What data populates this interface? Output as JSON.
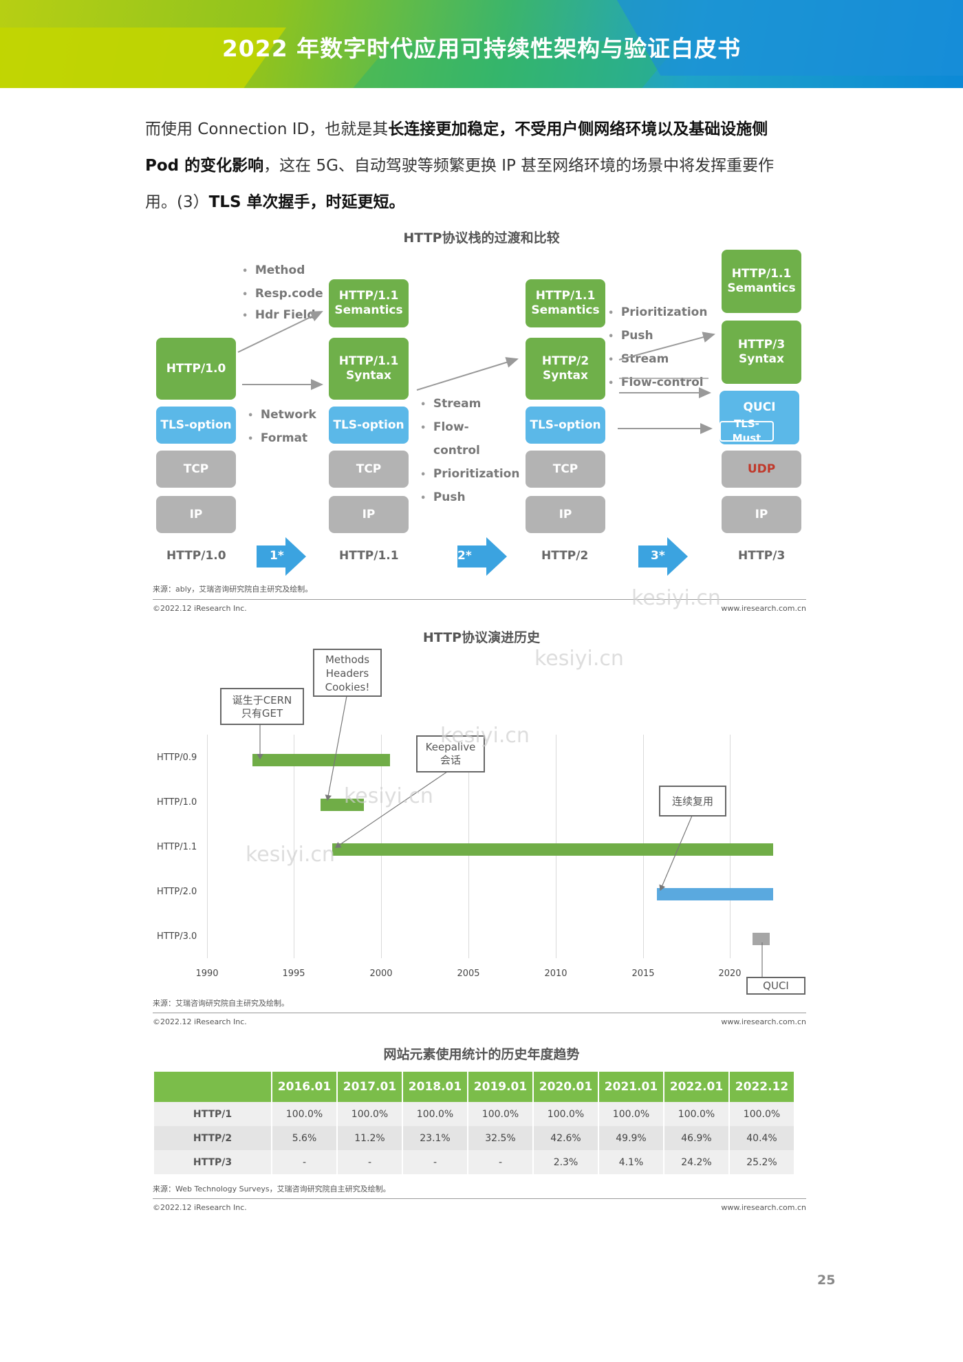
{
  "header": {
    "title": "2022 年数字时代应用可持续性架构与验证白皮书"
  },
  "paragraph": {
    "line1_normal": "而使用 Connection ID，也就是其",
    "line1_bold": "长连接更加稳定，不受用户侧网络环境以及基础设施侧",
    "line2_bold": "Pod 的变化影响",
    "line2_normal": "，这在 5G、自动驾驶等频繁更换 IP 甚至网络环境的场景中将发挥重要作",
    "line3_normal": "用。(3）",
    "line3_bold": "TLS 单次握手，时延更短。"
  },
  "figure1": {
    "title": "HTTP协议栈的过渡和比较",
    "col1": {
      "top": "HTTP/1.0",
      "tls": "TLS-option",
      "tcp": "TCP",
      "ip": "IP",
      "label": "HTTP/1.0"
    },
    "col2": {
      "sem": "HTTP/1.1 Semantics",
      "syn": "HTTP/1.1 Syntax",
      "tls": "TLS-option",
      "tcp": "TCP",
      "ip": "IP",
      "label": "HTTP/1.1"
    },
    "col3": {
      "sem": "HTTP/1.1 Semantics",
      "syn": "HTTP/2 Syntax",
      "tls": "TLS-option",
      "tcp": "TCP",
      "ip": "IP",
      "label": "HTTP/2"
    },
    "col4": {
      "sem": "HTTP/1.1 Semantics",
      "syn": "HTTP/3 Syntax",
      "quic": "QUCI",
      "tlsmust": "TLS-Must",
      "udp": "UDP",
      "ip": "IP",
      "label": "HTTP/3"
    },
    "bullets_a": [
      "Method",
      "Resp.code",
      "Hdr Field"
    ],
    "bullets_b": [
      "Network",
      "Format"
    ],
    "bullets_c": [
      "Stream",
      "Flow-",
      "control",
      "Prioritization",
      "Push"
    ],
    "bullets_d": [
      "Prioritization",
      "Push",
      "Stream",
      "Flow-control"
    ],
    "steps": [
      "1*",
      "2*",
      "3*"
    ],
    "source": "来源：ably，艾瑞咨询研究院自主研究及绘制。",
    "copyright": "©2022.12 iResearch Inc.",
    "site": "www.iresearch.com.cn",
    "colors": {
      "green": "#6fb04a",
      "blue": "#5bb8e8",
      "gray": "#b3b3b3",
      "udp_text": "#c0392b"
    }
  },
  "figure2": {
    "title": "HTTP协议演进历史",
    "chart_data": {
      "type": "bar",
      "orientation": "horizontal-gantt",
      "categories": [
        "HTTP/0.9",
        "HTTP/1.0",
        "HTTP/1.1",
        "HTTP/2.0",
        "HTTP/3.0"
      ],
      "x_ticks": [
        "1990",
        "1995",
        "2000",
        "2005",
        "2010",
        "2015",
        "2020"
      ],
      "xlim": [
        1990,
        2023
      ],
      "series": [
        {
          "category": "HTTP/0.9",
          "start": 1992.6,
          "end": 2000.5,
          "color": "#70ad47"
        },
        {
          "category": "HTTP/1.0",
          "start": 1996.5,
          "end": 1999.0,
          "color": "#70ad47"
        },
        {
          "category": "HTTP/1.1",
          "start": 1997.2,
          "end": 2022.5,
          "color": "#70ad47"
        },
        {
          "category": "HTTP/2.0",
          "start": 2015.8,
          "end": 2022.5,
          "color": "#5aa9df"
        },
        {
          "category": "HTTP/3.0",
          "start": 2021.3,
          "end": 2022.3,
          "color": "#a6a6a6"
        }
      ],
      "annotations": [
        "诞生于CERN\n只有GET",
        "Methods\nHeaders\nCookies!",
        "Keepalive\n会话",
        "连续复用",
        "QUCI"
      ]
    },
    "callouts": {
      "cern_1": "诞生于CERN",
      "cern_2": "只有GET",
      "methods_1": "Methods",
      "methods_2": "Headers",
      "methods_3": "Cookies!",
      "keep_1": "Keepalive",
      "keep_2": "会话",
      "mux": "连续复用",
      "quic": "QUCI"
    },
    "source": "来源：艾瑞咨询研究院自主研究及绘制。",
    "copyright": "©2022.12 iResearch Inc.",
    "site": "www.iresearch.com.cn"
  },
  "figure3": {
    "title": "网站元素使用统计的历史年度趋势",
    "chart_data": {
      "type": "table",
      "columns": [
        "",
        "2016.01",
        "2017.01",
        "2018.01",
        "2019.01",
        "2020.01",
        "2021.01",
        "2022.01",
        "2022.12"
      ],
      "rows": [
        [
          "HTTP/1",
          "100.0%",
          "100.0%",
          "100.0%",
          "100.0%",
          "100.0%",
          "100.0%",
          "100.0%",
          "100.0%"
        ],
        [
          "HTTP/2",
          "5.6%",
          "11.2%",
          "23.1%",
          "32.5%",
          "42.6%",
          "49.9%",
          "46.9%",
          "40.4%"
        ],
        [
          "HTTP/3",
          "-",
          "-",
          "-",
          "-",
          "2.3%",
          "4.1%",
          "24.2%",
          "25.2%"
        ]
      ]
    },
    "source": "来源：Web Technology Surveys，艾瑞咨询研究院自主研究及绘制。",
    "copyright": "©2022.12 iResearch Inc.",
    "site": "www.iresearch.com.cn"
  },
  "watermarks": [
    "kesiyi.cn",
    "kesiyi.cn",
    "kesiyi.cn",
    "kesiyi.cn",
    "kesiyi.cn"
  ],
  "page_number": "25"
}
